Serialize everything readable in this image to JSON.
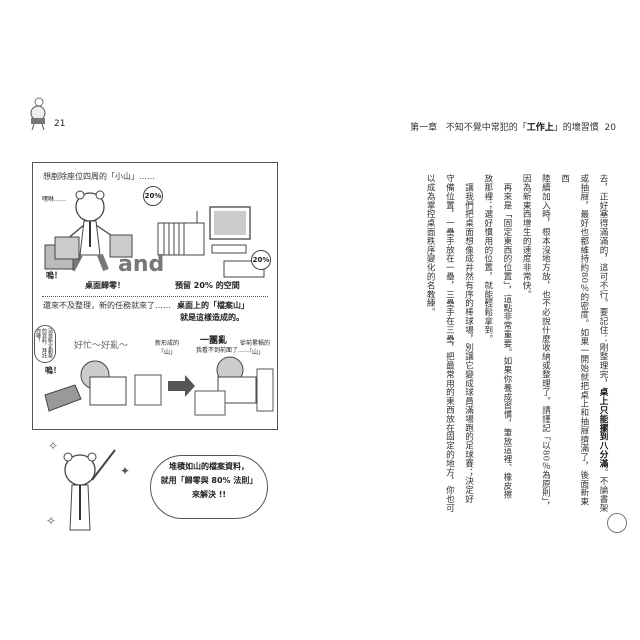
{
  "left_page": {
    "page_number": "21",
    "illustration": {
      "top_caption": "想剷除座位四周的「小山」……",
      "sound_small": "嘿咻……",
      "sound_thud": "嗚！",
      "and_label": "and",
      "badge_1": "20%",
      "badge_2": "20%",
      "label_desk_zero": "桌面歸零！",
      "label_reserve": "預留 20% 的空間",
      "middle_caption_1": "還來不及整理，新的任務就來了……",
      "middle_caption_2": "桌面上的「檔案山」",
      "middle_caption_3": "就是這樣造成的。",
      "speech_small": "這是新企劃案的資料，拜託你嘍！",
      "busy_text": "好忙～好亂～",
      "sound_thud_2": "嗚！",
      "mess_text": "一團亂",
      "new_mountain": "新形成的「山」",
      "old_mountain": "從前累積的「山」",
      "mumble": "我看不到前面了……",
      "bubble_line_1": "堆積如山的檔案資料，",
      "bubble_line_2": "就用「歸零與 80% 法則」",
      "bubble_line_3": "來解決 !!"
    }
  },
  "right_page": {
    "header": {
      "chapter": "第一章",
      "title_pre": "不知不覺中常犯的「",
      "title_bold": "工作上",
      "title_post": "」的壞習慣",
      "page_number": "20"
    },
    "columns": [
      {
        "pre": "去，正好塞得滿滿的，這可不行。要記住：剛整理完，",
        "bold": "桌上只能擺到八分滿",
        "post": "。不論書架"
      },
      "或抽屜，最好也都維持約80％的密度。如果一開始就把桌上和抽屜擠滿了，後面新東西",
      "陸續加入時，根本沒地方放，也不必說什麼收納或整理了。請謹記「以80％為原則」，",
      "因為新東西增生的速度非常快。",
      "　再來是「固定東西的位置」，這點非常重要。如果你養成習慣，筆放這裡、橡皮擦",
      "放那裡；選好慣用的位置，就能輕鬆拿到。",
      "　讓我們把桌面想像成井然有序的棒球場，別讓它變成球員滿場跑的足球賽；決定好",
      "守備位置，一壘手放在一壘，三壘手在三壘，把最常用的東西放在固定的地方，你也可",
      "以成為掌控桌面秩序變化的名教練。"
    ]
  }
}
